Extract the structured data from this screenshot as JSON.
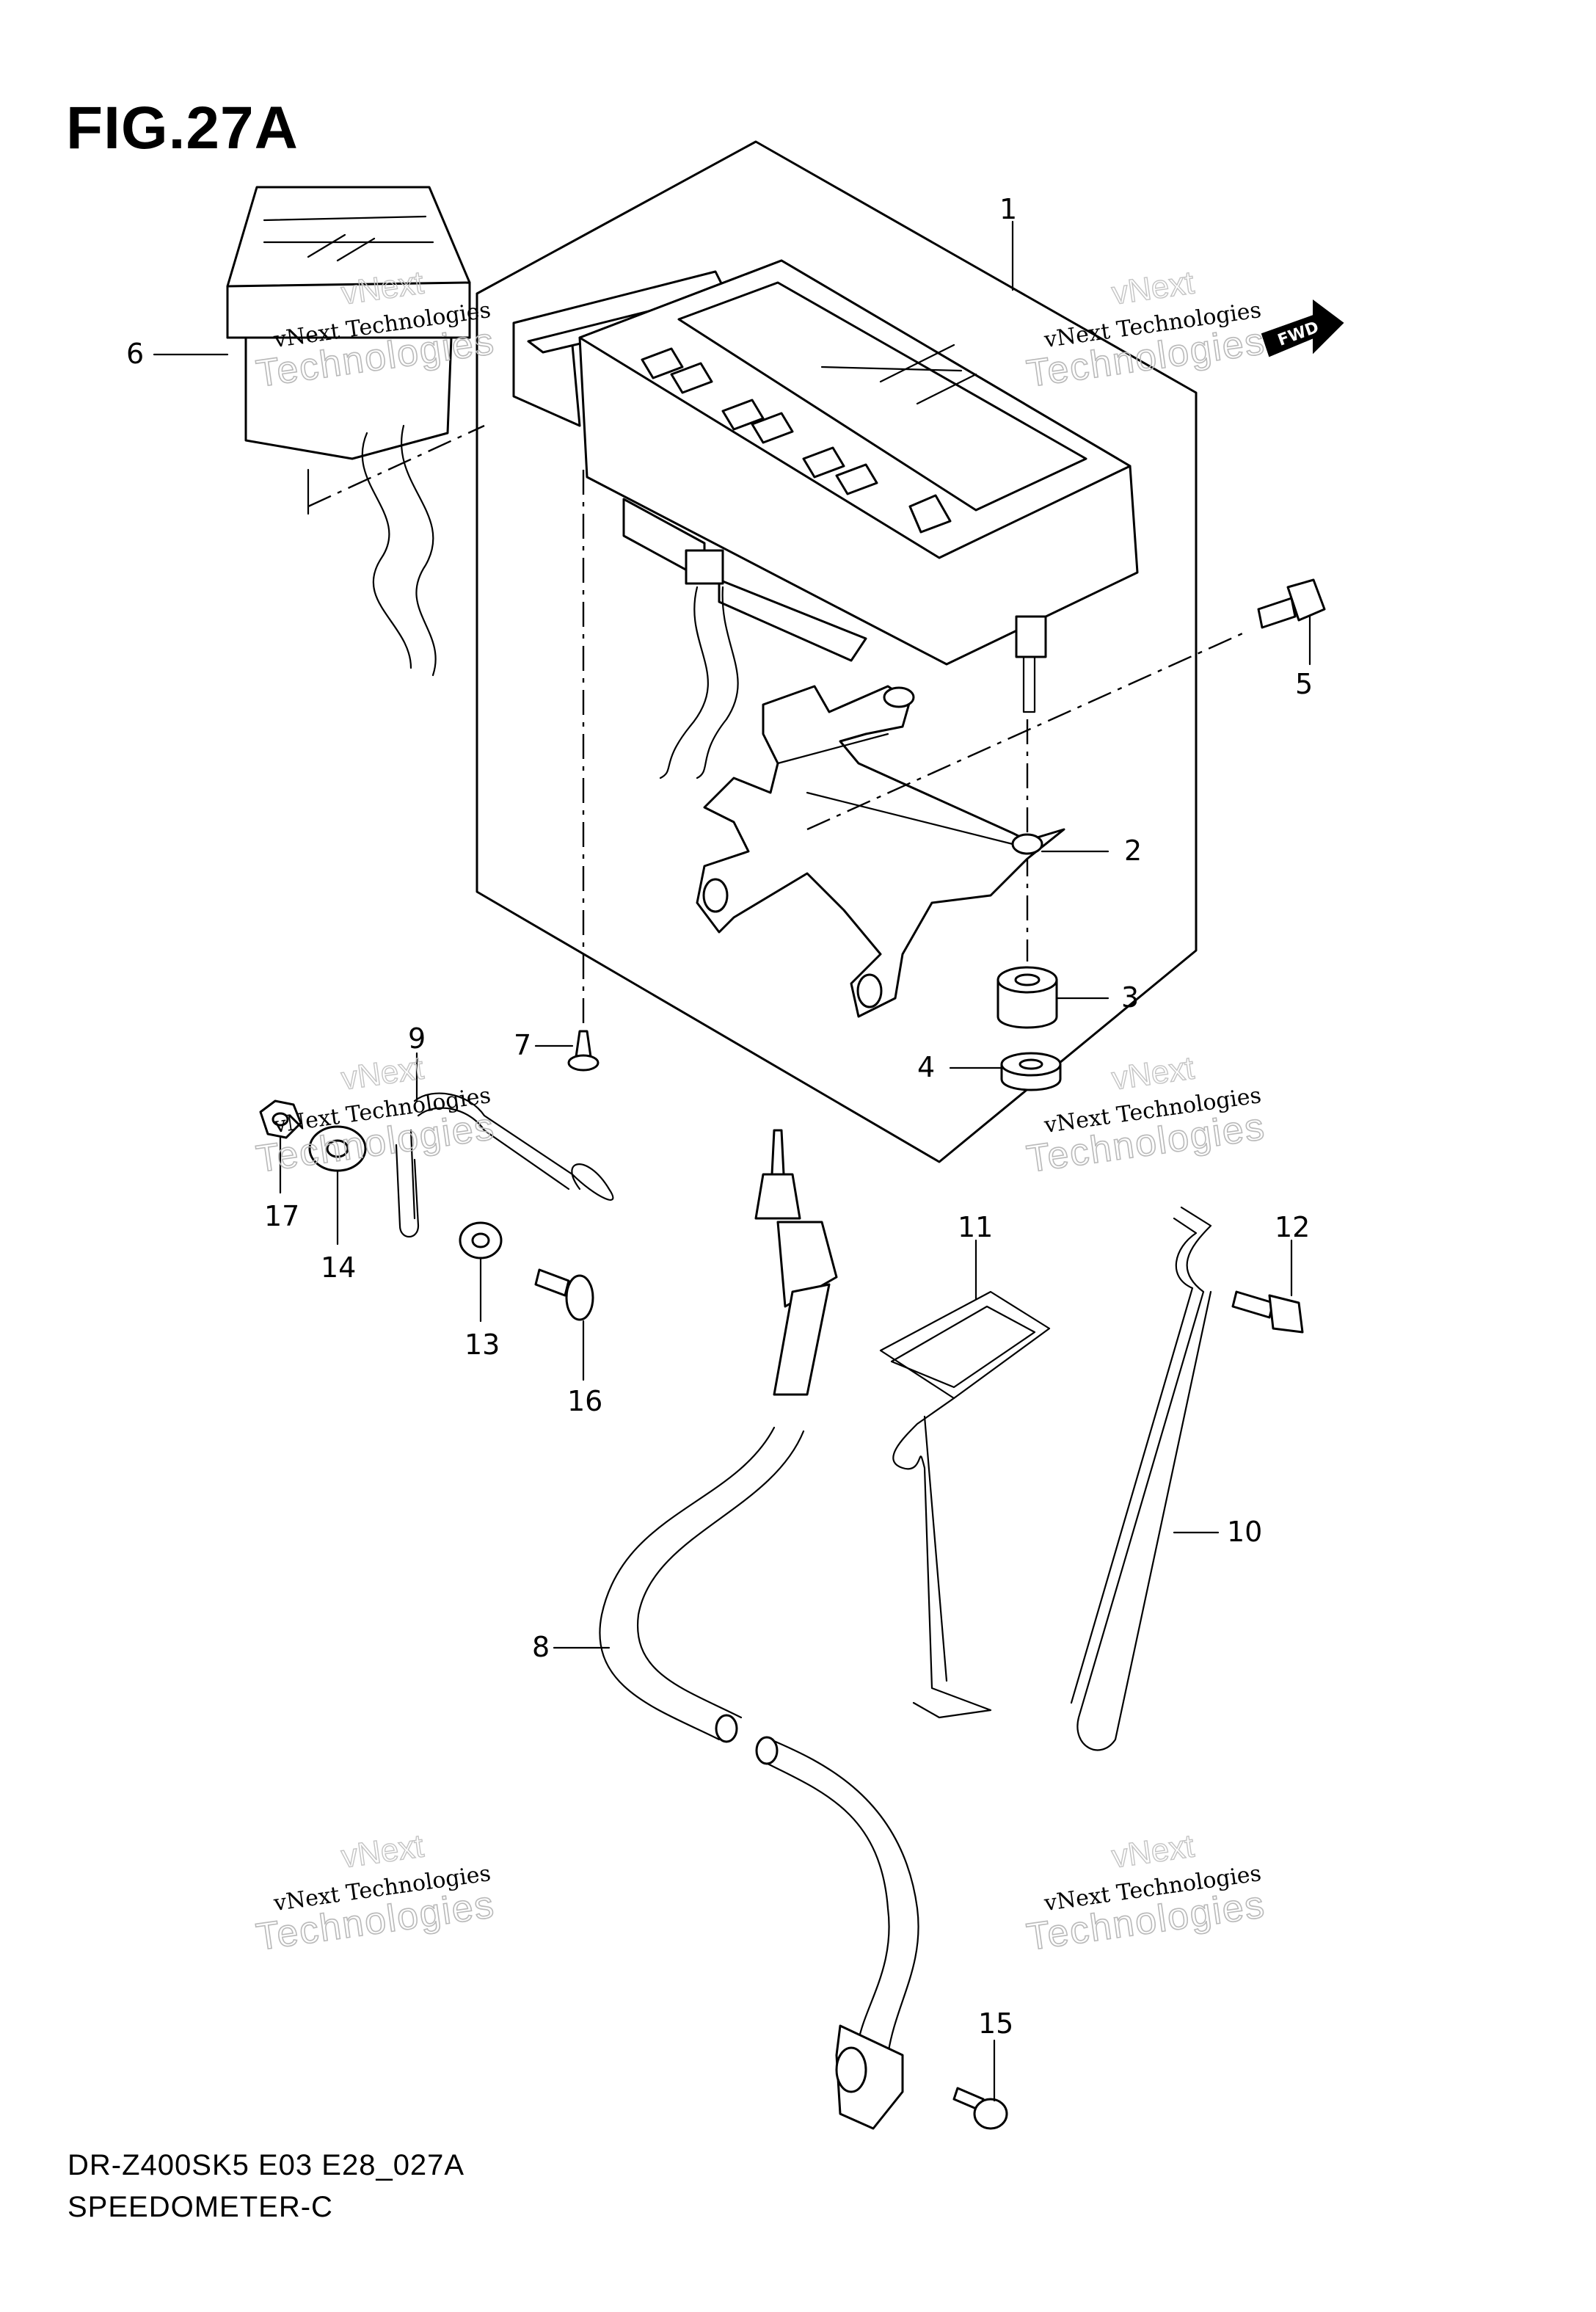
{
  "figure": {
    "title": "FIG.27A",
    "code": "DR-Z400SK5 E03 E28_027A",
    "name": "SPEEDOMETER-C",
    "fwd_label": "FWD"
  },
  "watermarks": [
    {
      "line1": "vNext",
      "line2": "vNext Technologies",
      "line3": "Technologies"
    },
    {
      "line1": "vNext",
      "line2": "vNext Technologies",
      "line3": "Technologies"
    },
    {
      "line1": "vNext",
      "line2": "vNext Technologies",
      "line3": "Technologies"
    },
    {
      "line1": "vNext",
      "line2": "vNext Technologies",
      "line3": "Technologies"
    },
    {
      "line1": "vNext",
      "line2": "vNext Technologies",
      "line3": "Technologies"
    },
    {
      "line1": "vNext",
      "line2": "vNext Technologies",
      "line3": "Technologies"
    }
  ],
  "parts": [
    {
      "id": "1"
    },
    {
      "id": "2"
    },
    {
      "id": "3"
    },
    {
      "id": "4"
    },
    {
      "id": "5"
    },
    {
      "id": "6"
    },
    {
      "id": "7"
    },
    {
      "id": "8"
    },
    {
      "id": "9"
    },
    {
      "id": "10"
    },
    {
      "id": "11"
    },
    {
      "id": "12"
    },
    {
      "id": "13"
    },
    {
      "id": "14"
    },
    {
      "id": "15"
    },
    {
      "id": "16"
    },
    {
      "id": "17"
    }
  ]
}
